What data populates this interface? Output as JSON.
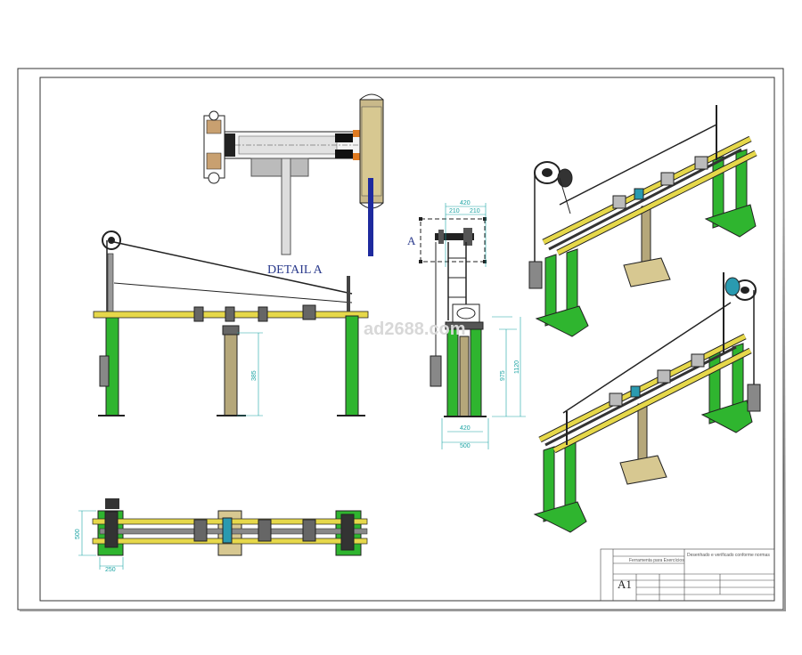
{
  "labels": {
    "detail_title": "DETAIL A",
    "section_marker": "A",
    "watermark": "ad2688.com"
  },
  "dimensions": {
    "side_height": "385",
    "end_top_total": "420",
    "end_top_left": "210",
    "end_top_right": "210",
    "end_bottom_inner": "420",
    "end_bottom_outer": "500",
    "end_height_inner": "975",
    "end_height_outer": "1120",
    "plan_width": "500",
    "plan_post": "250"
  },
  "title_block": {
    "sheet_size": "A1",
    "title_text": "Ferramenta para Exercícios",
    "notes": "Desenhado e verificado conforme normas"
  },
  "colors": {
    "frame_green": "#2fb52f",
    "bar_yellow": "#e6d84a",
    "post_tan": "#b5a77a",
    "dimension_cyan": "#1aa3a3",
    "cable_dark": "#222222",
    "label_blue": "#2a3a8c"
  }
}
